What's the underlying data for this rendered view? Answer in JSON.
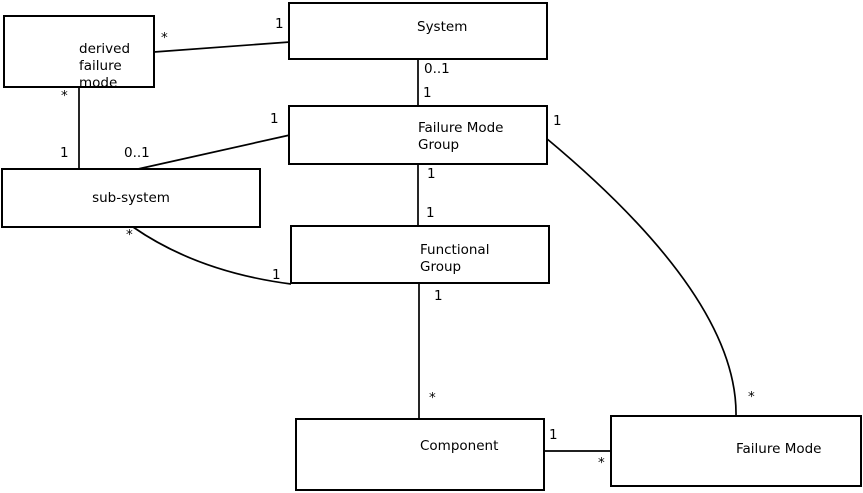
{
  "page": {
    "background_color": "#ffffff",
    "line_color": "#000000"
  },
  "diagram": {
    "type": "uml-class-association-diagram",
    "nodes": {
      "derived_failure_mode": {
        "lines": [
          "derived",
          "failure",
          "mode"
        ]
      },
      "system": {
        "lines": [
          "System"
        ]
      },
      "failure_mode_group": {
        "lines": [
          "Failure Mode",
          "Group"
        ]
      },
      "sub_system": {
        "lines": [
          "sub-system"
        ]
      },
      "functional_group": {
        "lines": [
          "Functional",
          "Group"
        ]
      },
      "component": {
        "lines": [
          "Component"
        ]
      },
      "failure_mode": {
        "lines": [
          "Failure Mode"
        ]
      }
    },
    "edges": [
      {
        "end_a": "derived_failure_mode",
        "end_b": "system",
        "end_a_label": "*",
        "end_b_label": "1",
        "shape": "line"
      },
      {
        "end_a": "derived_failure_mode",
        "end_b": "sub_system",
        "end_a_label": "*",
        "end_b_label": "1",
        "shape": "line"
      },
      {
        "end_a": "sub_system",
        "end_b": "failure_mode_group",
        "end_a_label": "0..1",
        "end_b_label": "1",
        "shape": "line"
      },
      {
        "end_a": "system",
        "end_b": "failure_mode_group",
        "end_a_label": "0..1",
        "end_b_label": "1",
        "shape": "line"
      },
      {
        "end_a": "failure_mode_group",
        "end_b": "functional_group",
        "end_a_label": "1",
        "end_b_label": "1",
        "shape": "line"
      },
      {
        "end_a": "functional_group",
        "end_b": "component",
        "end_a_label": "1",
        "end_b_label": "*",
        "shape": "line"
      },
      {
        "end_a": "component",
        "end_b": "failure_mode",
        "end_a_label": "1",
        "end_b_label": "*",
        "shape": "line"
      },
      {
        "end_a": "sub_system",
        "end_b": "functional_group",
        "end_a_label": "*",
        "end_b_label": "1",
        "shape": "curve"
      },
      {
        "end_a": "failure_mode_group",
        "end_b": "failure_mode",
        "end_a_label": "1",
        "end_b_label": "*",
        "shape": "curve"
      }
    ]
  }
}
